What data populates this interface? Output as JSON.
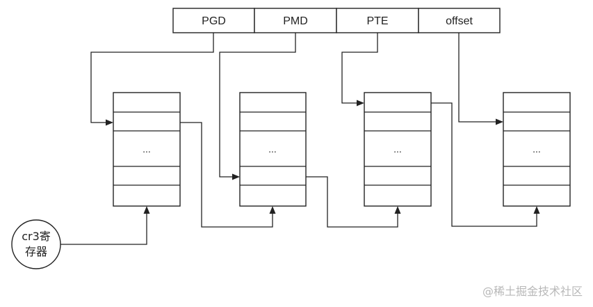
{
  "address_fields": [
    "PGD",
    "PMD",
    "PTE",
    "offset"
  ],
  "table_placeholder": "...",
  "register": {
    "line1": "cr3寄",
    "line2": "存器"
  },
  "watermark": "@稀土掘金技术社区"
}
